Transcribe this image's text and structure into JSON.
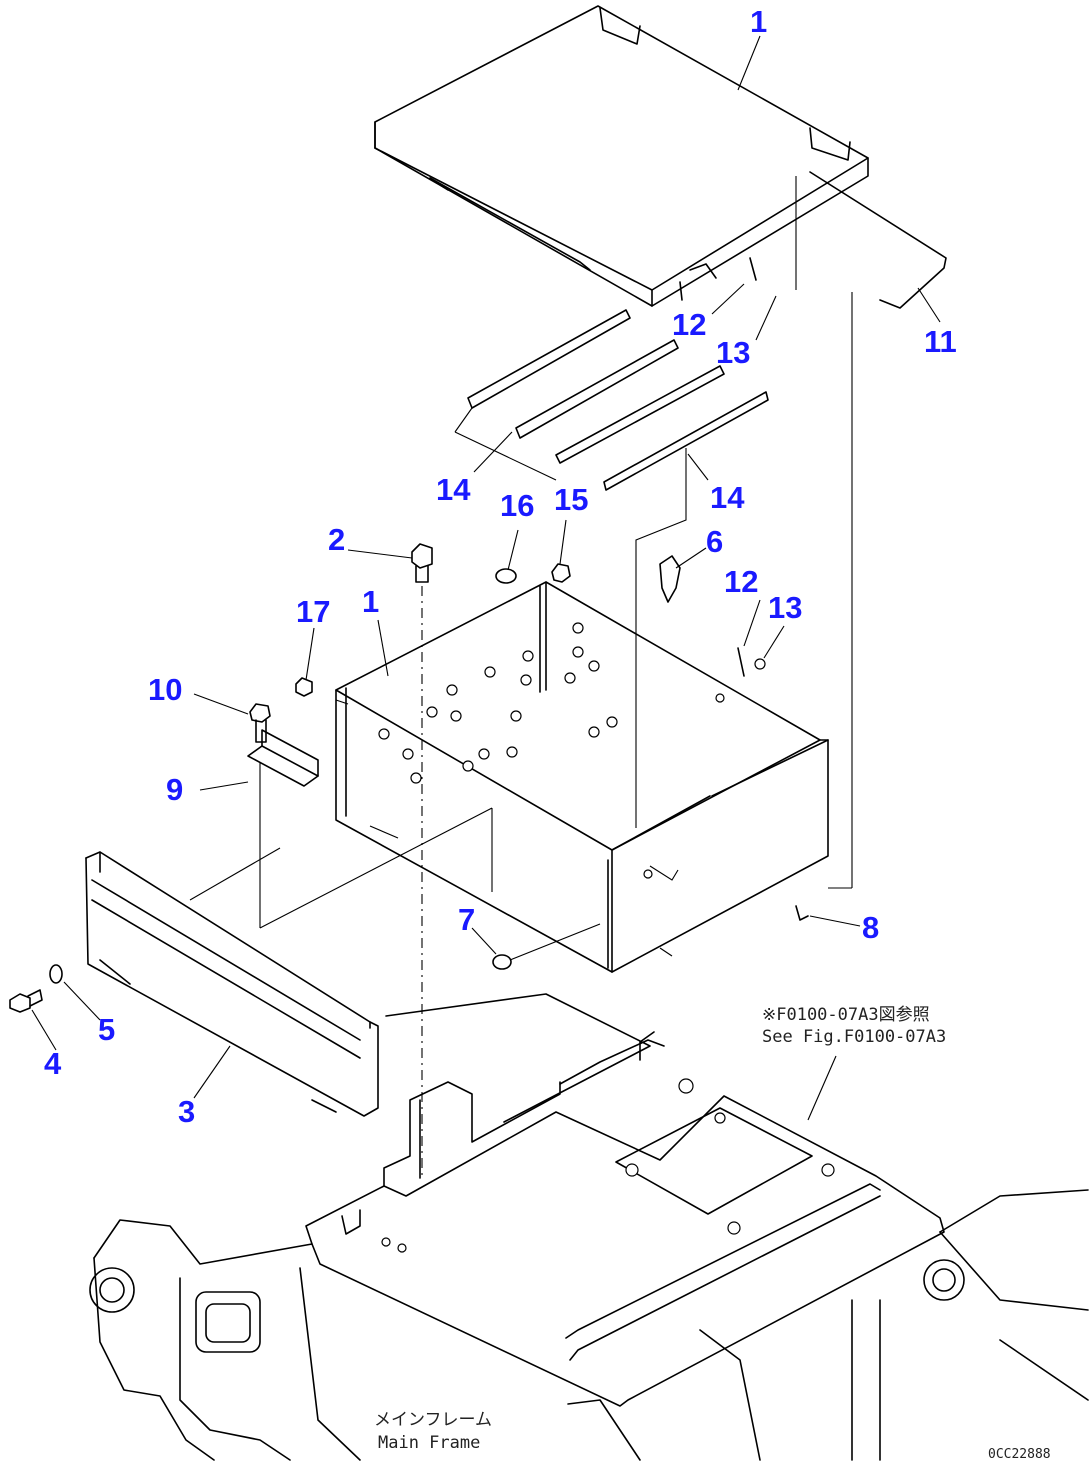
{
  "callouts": {
    "c1_top": "1",
    "c1_box": "1",
    "c2": "2",
    "c3": "3",
    "c4": "4",
    "c5": "5",
    "c6": "6",
    "c7": "7",
    "c8": "8",
    "c9": "9",
    "c10": "10",
    "c11": "11",
    "c12_top": "12",
    "c12_box": "12",
    "c13_top": "13",
    "c13_box": "13",
    "c14_left": "14",
    "c14_right": "14",
    "c15": "15",
    "c16": "16",
    "c17": "17"
  },
  "notes": {
    "ref_jp": "※F0100-07A3図参照",
    "ref_en": "See Fig.F0100-07A3",
    "frame_jp": "メインフレーム",
    "frame_en": "Main Frame",
    "drawing_id": "0CC22888"
  }
}
